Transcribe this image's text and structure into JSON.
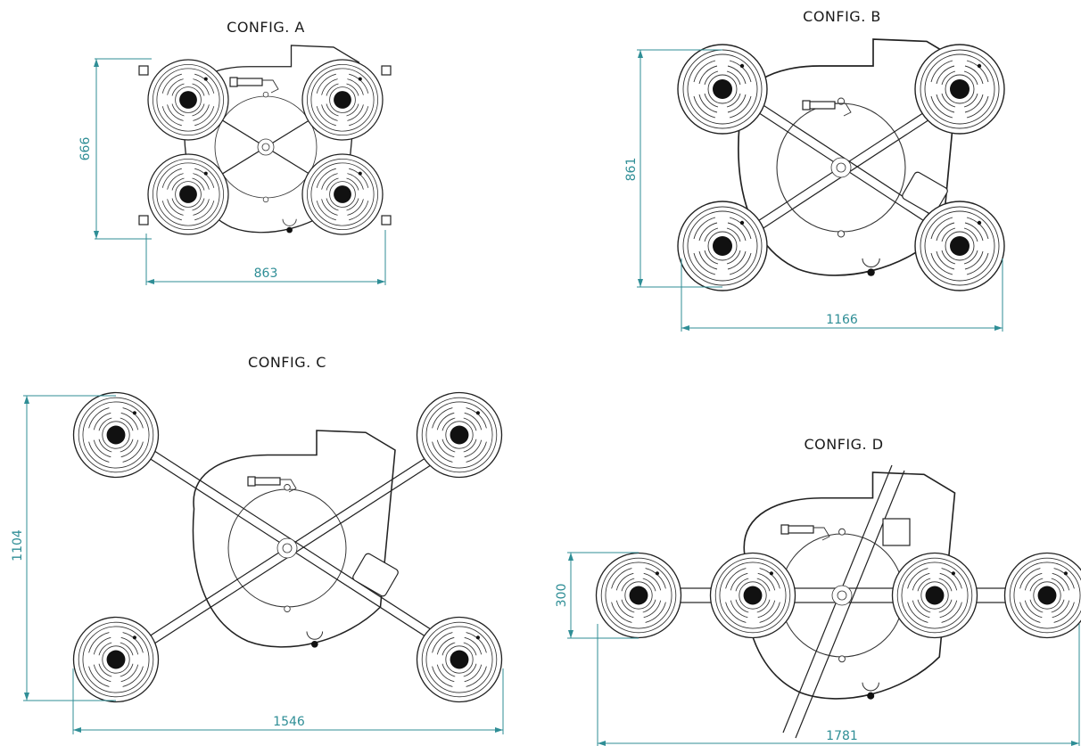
{
  "configs": {
    "a": {
      "title": "CONFIG. A",
      "width": "863",
      "height": "666"
    },
    "b": {
      "title": "CONFIG. B",
      "width": "1166",
      "height": "861"
    },
    "c": {
      "title": "CONFIG. C",
      "width": "1546",
      "height": "1104"
    },
    "d": {
      "title": "CONFIG. D",
      "width": "1781",
      "height": "300"
    }
  },
  "colors": {
    "dimension": "#2f8e96",
    "line": "#222222"
  }
}
